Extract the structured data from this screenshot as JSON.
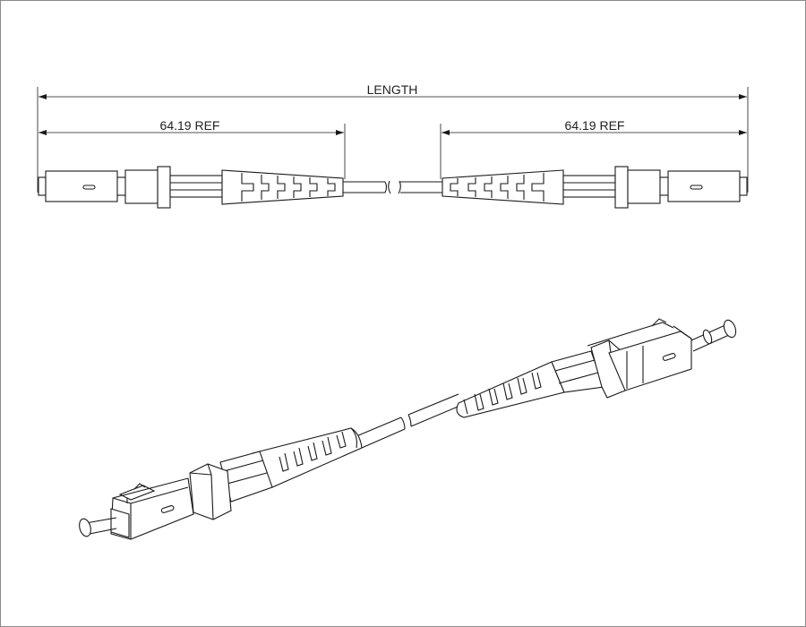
{
  "drawing": {
    "overall_dimension_label": "LENGTH",
    "left_ref_dimension_label": "64.19 REF",
    "right_ref_dimension_label": "64.19 REF"
  },
  "colors": {
    "line": "#1a1a1a",
    "background": "#ffffff",
    "frame_border": "#8a8a8a"
  }
}
